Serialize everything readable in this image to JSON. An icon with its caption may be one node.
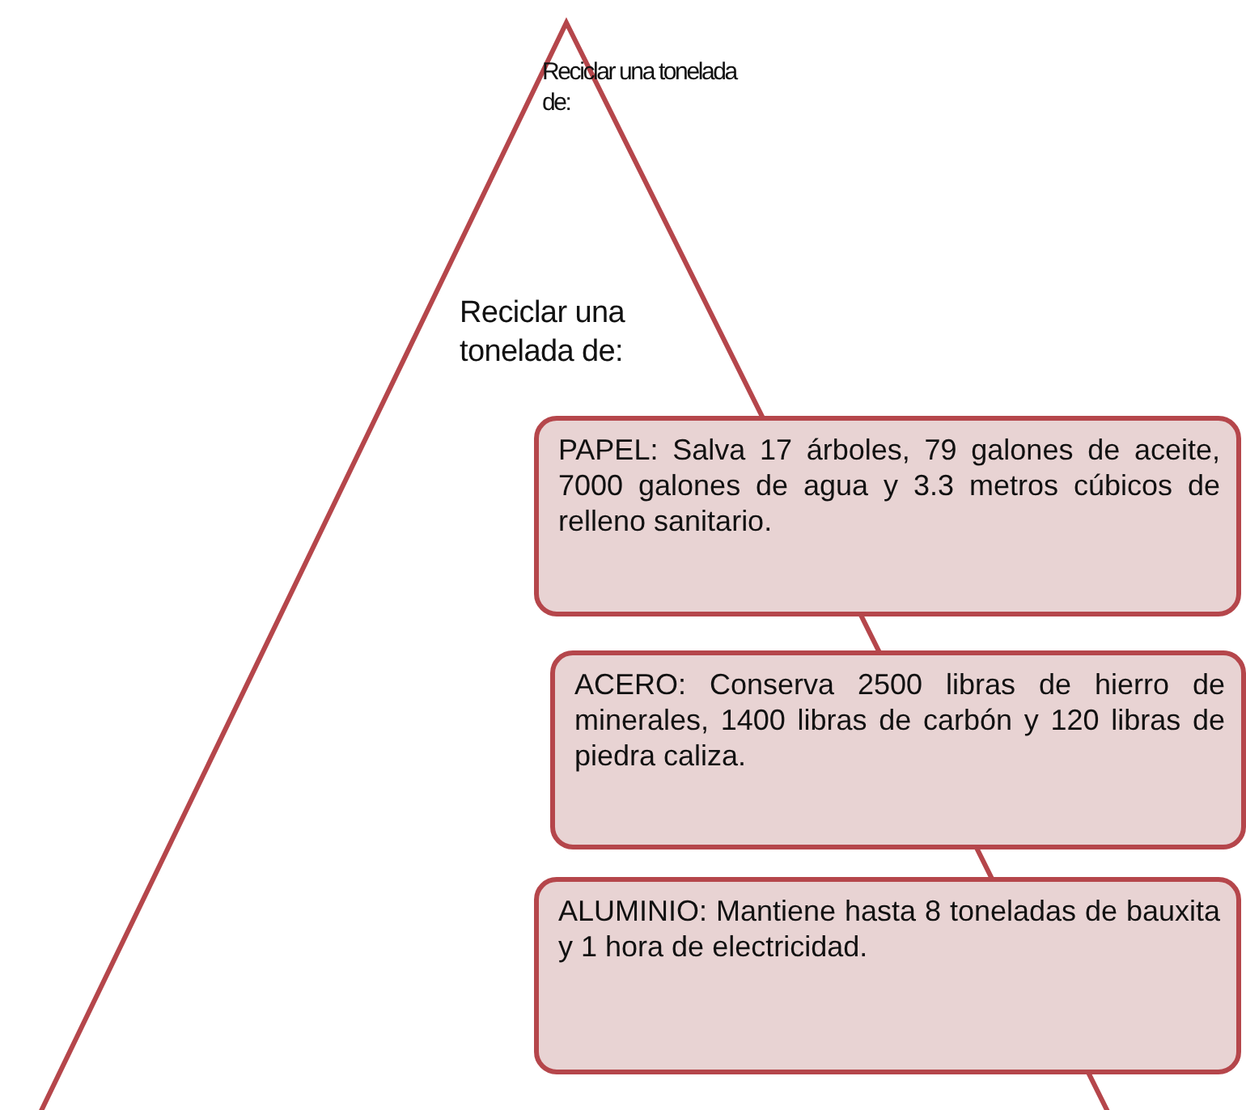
{
  "diagram": {
    "nodes": [
      {
        "text": [
          "Reciclar una tonelada de:",
          "Reciclar una tonelada de:"
        ]
      },
      {
        "text": [
          "PAPEL: Salva 17 árboles, 79 galones de aceite, 7000 galones de agua y 3.3 metros cúbicos de relleno sanitario."
        ]
      },
      {
        "text": [
          "ACERO: Conserva 2500 libras de hierro de minerales, 1400 libras de carbón y 120 libras de piedra caliza."
        ]
      },
      {
        "text": [
          "ALUMINIO: Mantiene hasta 8 toneladas de bauxita y 1 hora de electricidad."
        ]
      }
    ]
  }
}
